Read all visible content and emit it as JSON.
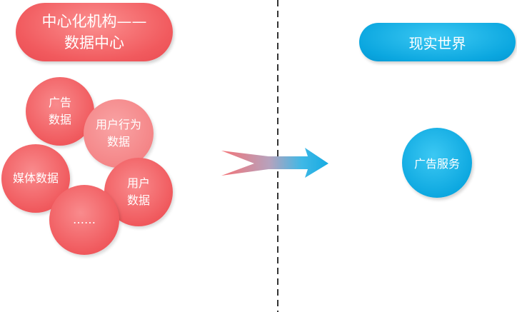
{
  "left_panel": {
    "title_line1": "中心化机构——",
    "title_line2": "数据中心",
    "bubbles": {
      "ad_line1": "广告",
      "ad_line2": "数据",
      "behavior_line1": "用户行为",
      "behavior_line2": "数据",
      "media": "媒体数据",
      "user_line1": "用户",
      "user_line2": "数据",
      "more": "……"
    }
  },
  "right_panel": {
    "title": "现实世界",
    "service": "广告服务"
  },
  "colors": {
    "red": "#f15a5e",
    "light_red": "#f48385",
    "blue": "#0aa6df",
    "divider": "#333333"
  }
}
